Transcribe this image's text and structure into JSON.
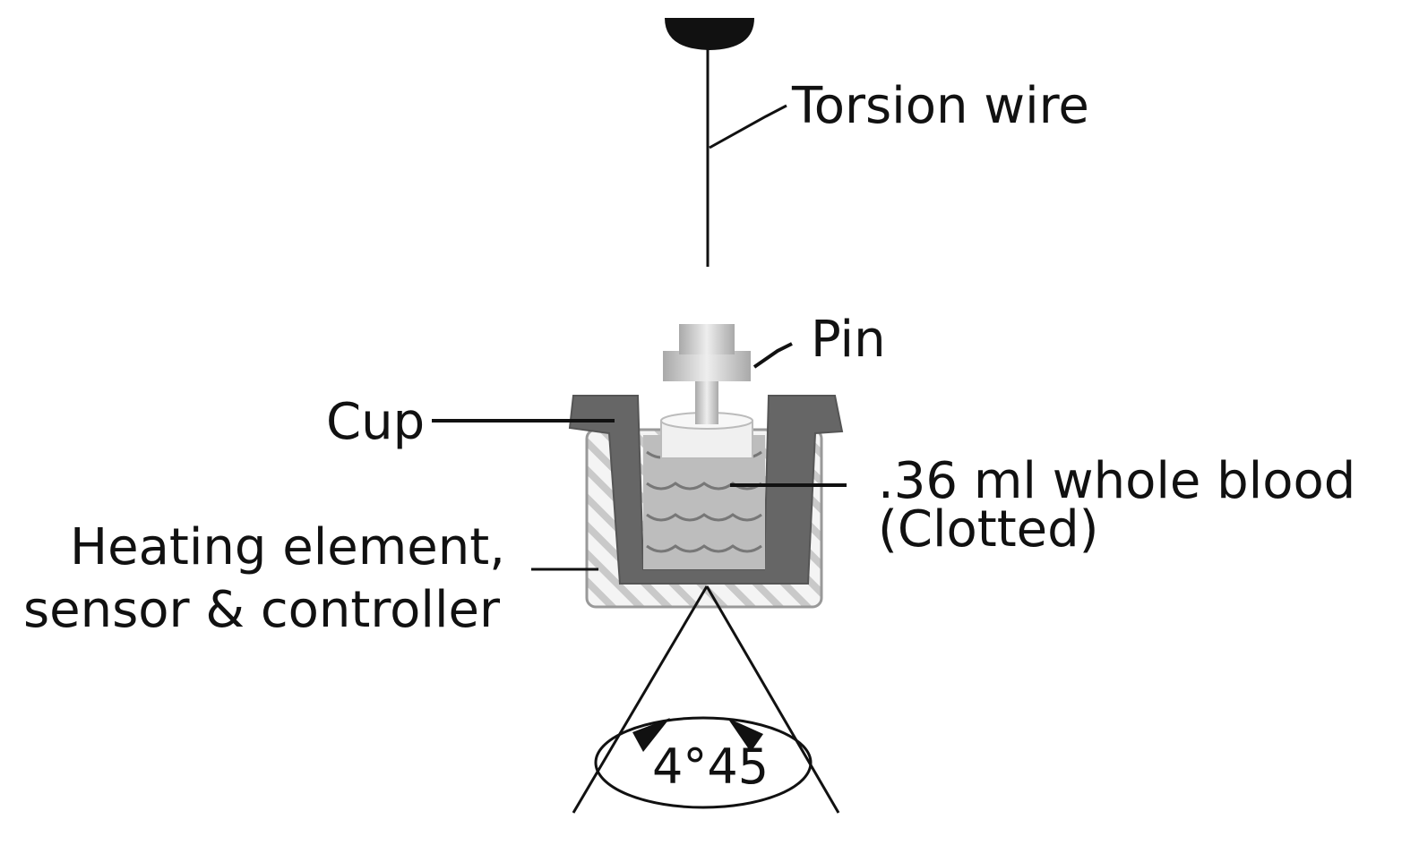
{
  "labels": {
    "torsion_wire": "Torsion wire",
    "pin": "Pin",
    "cup": "Cup",
    "blood_line1": ".36 ml whole blood",
    "blood_line2": "(Clotted)",
    "heating_line1": "Heating element,",
    "heating_line2": "sensor & controller",
    "angle": "4°45"
  }
}
